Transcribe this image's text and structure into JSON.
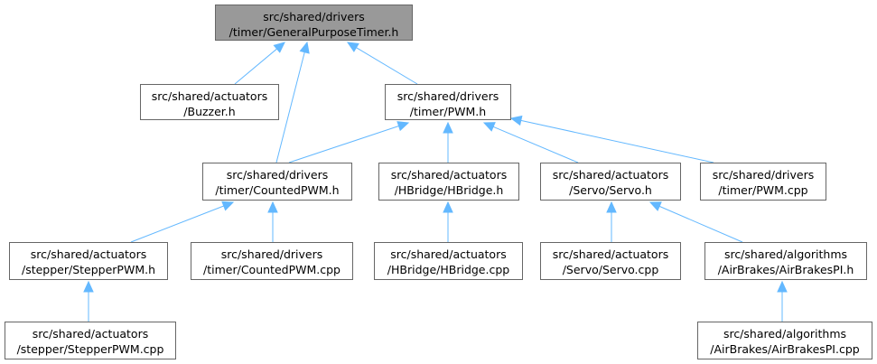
{
  "colors": {
    "edge": "#63b8ff",
    "border": "#666666",
    "root_fill": "#999999",
    "node_fill": "#ffffff"
  },
  "nodes": [
    {
      "id": "gpt",
      "line1": "src/shared/drivers",
      "line2": "/timer/GeneralPurposeTimer.h"
    },
    {
      "id": "buzzer",
      "line1": "src/shared/actuators",
      "line2": "/Buzzer.h"
    },
    {
      "id": "pwmh",
      "line1": "src/shared/drivers",
      "line2": "/timer/PWM.h"
    },
    {
      "id": "cpwmh",
      "line1": "src/shared/drivers",
      "line2": "/timer/CountedPWM.h"
    },
    {
      "id": "hbh",
      "line1": "src/shared/actuators",
      "line2": "/HBridge/HBridge.h"
    },
    {
      "id": "servoh",
      "line1": "src/shared/actuators",
      "line2": "/Servo/Servo.h"
    },
    {
      "id": "pwmcpp",
      "line1": "src/shared/drivers",
      "line2": "/timer/PWM.cpp"
    },
    {
      "id": "stph",
      "line1": "src/shared/actuators",
      "line2": "/stepper/StepperPWM.h"
    },
    {
      "id": "cpwmcpp",
      "line1": "src/shared/drivers",
      "line2": "/timer/CountedPWM.cpp"
    },
    {
      "id": "hbcpp",
      "line1": "src/shared/actuators",
      "line2": "/HBridge/HBridge.cpp"
    },
    {
      "id": "servocpp",
      "line1": "src/shared/actuators",
      "line2": "/Servo/Servo.cpp"
    },
    {
      "id": "abh",
      "line1": "src/shared/algorithms",
      "line2": "/AirBrakes/AirBrakesPI.h"
    },
    {
      "id": "stpcpp",
      "line1": "src/shared/actuators",
      "line2": "/stepper/StepperPWM.cpp"
    },
    {
      "id": "abcpp",
      "line1": "src/shared/algorithms",
      "line2": "/AirBrakes/AirBrakesPI.cpp"
    }
  ],
  "edges": [
    [
      "gpt",
      "buzzer"
    ],
    [
      "gpt",
      "pwmh"
    ],
    [
      "gpt",
      "cpwmh"
    ],
    [
      "pwmh",
      "cpwmh"
    ],
    [
      "pwmh",
      "hbh"
    ],
    [
      "pwmh",
      "servoh"
    ],
    [
      "pwmh",
      "pwmcpp"
    ],
    [
      "cpwmh",
      "stph"
    ],
    [
      "cpwmh",
      "cpwmcpp"
    ],
    [
      "hbh",
      "hbcpp"
    ],
    [
      "servoh",
      "servocpp"
    ],
    [
      "servoh",
      "abh"
    ],
    [
      "stph",
      "stpcpp"
    ],
    [
      "abh",
      "abcpp"
    ]
  ]
}
